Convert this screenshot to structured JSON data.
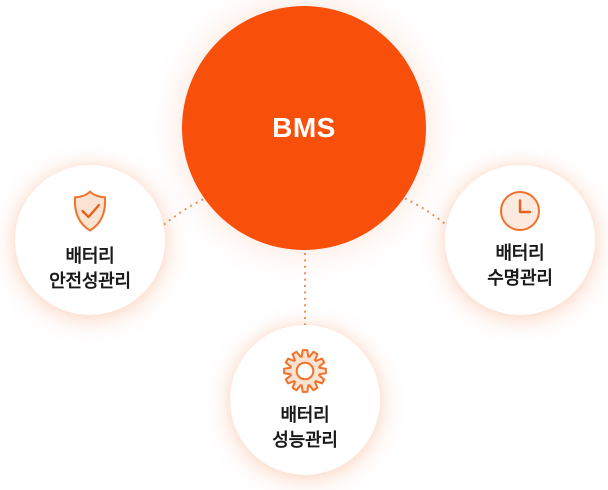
{
  "colors": {
    "primary": "#F8500B",
    "icon_stroke": "#F0722B",
    "icon_accent": "#E8611C",
    "icon_fill": "#FAE3D2",
    "clock_fill": "#FCEADF",
    "dotted": "#EE7F44",
    "text": "#1A1A1A",
    "background": "#FFFFFF"
  },
  "center": {
    "label": "BMS"
  },
  "nodes": [
    {
      "id": "battery-safety",
      "icon": "shield-check-icon",
      "label_line1": "배터리",
      "label_line2": "안전성관리"
    },
    {
      "id": "battery-lifespan",
      "icon": "clock-icon",
      "label_line1": "배터리",
      "label_line2": "수명관리"
    },
    {
      "id": "battery-performance",
      "icon": "gear-icon",
      "label_line1": "배터리",
      "label_line2": "성능관리"
    }
  ]
}
